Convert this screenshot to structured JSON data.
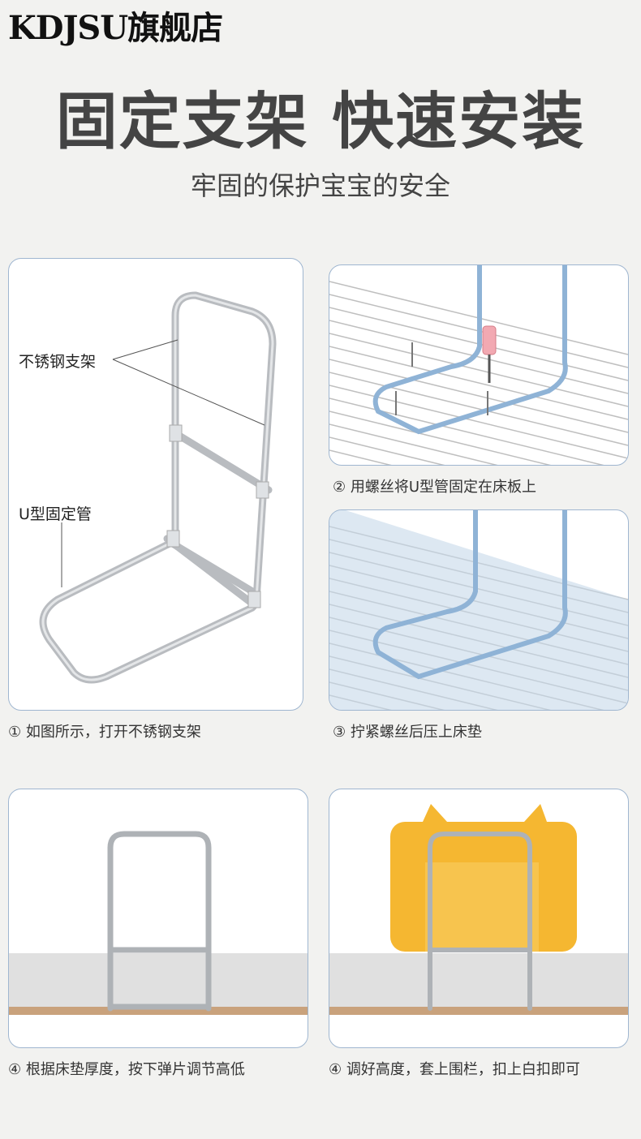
{
  "brand": "KDJSU旗舰店",
  "headline": "固定支架 快速安装",
  "subline": "牢固的保护宝宝的安全",
  "panel1": {
    "label_frame": "不锈钢支架",
    "label_tube": "U型固定管",
    "caption": "① 如图所示，打开不锈钢支架"
  },
  "panel2": {
    "caption": "② 用螺丝将U型管固定在床板上"
  },
  "panel3": {
    "caption": "③ 拧紧螺丝后压上床垫"
  },
  "panel4": {
    "caption": "④ 根据床垫厚度，按下弹片调节高低"
  },
  "panel5": {
    "caption": "④ 调好高度，套上围栏，扣上白扣即可"
  },
  "colors": {
    "frame_blue": "#8fb3d6",
    "guard_yellow": "#f5b731",
    "screwdriver_pink": "#f2a9b2",
    "floor_wood": "#c9a27c"
  }
}
